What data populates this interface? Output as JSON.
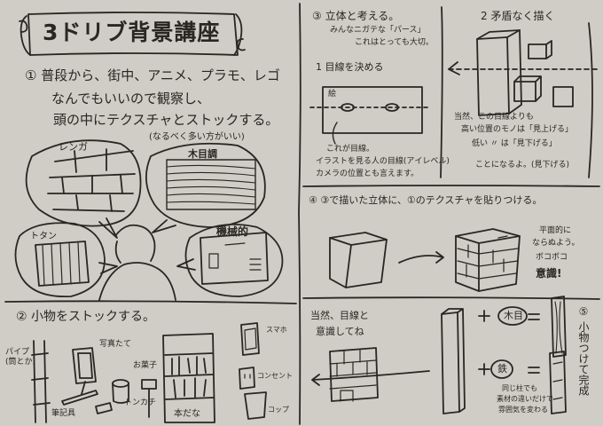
{
  "title": "3ドリブ背景講座",
  "left": {
    "step1_line1": "① 普段から、街中、アニメ、プラモ、レゴ",
    "step1_line2": "なんでもいいので観察し、",
    "step1_line3": "頭の中にテクスチャとストックする。",
    "step1_note": "(なるべく多い方がいい)",
    "bubble_brick": "レンガ",
    "bubble_wood": "木目調",
    "bubble_tin": "トタン",
    "bubble_machine": "機械的",
    "step2": "② 小物をストックする。",
    "pipe_label": "パイプ\n(筒とか)",
    "frame_label": "写真たて",
    "snack_label": "お菓子",
    "pen_label": "筆記具",
    "hammer_label": "トンカチ",
    "shelf_label": "本だな",
    "phone_label": "スマホ",
    "outlet_label": "コンセント",
    "cup_label": "コップ"
  },
  "right": {
    "step3": "③ 立体と考える。",
    "step3_sub1": "みんなニガテな「パース」",
    "step3_sub2": "これはとっても大切。",
    "sub1": "1 目線を決める",
    "box_label": "絵",
    "eye_note1": "これが目線。",
    "eye_note2": "イラストを見る人の目線(アイレベル)",
    "eye_note3": "カメラの位置とも言えます。",
    "sub2": "2 矛盾なく描く",
    "side_note1": "当然、この目線よりも",
    "side_note2": "高い位置のモノは「見上げる」",
    "side_note3": "低い 〃 は「見下げる」",
    "side_note4": "ことになるよ。(見下げる)",
    "step4": "④ ③で描いた立体に、①のテクスチャを貼りつける。",
    "bumpy_note1": "平面的に",
    "bumpy_note2": "ならぬよう。",
    "bumpy_note3": "ボコボコ",
    "bumpy_note4": "意識!",
    "bottom_note1": "当然、目線と",
    "bottom_note2": "意識してね",
    "plus_wood": "木目",
    "plus_iron": "鉄",
    "material_note1": "同じ柱でも",
    "material_note2": "素材の違いだけで",
    "material_note3": "雰囲気を変わる",
    "step5": "⑤ 小物つけて完成"
  }
}
